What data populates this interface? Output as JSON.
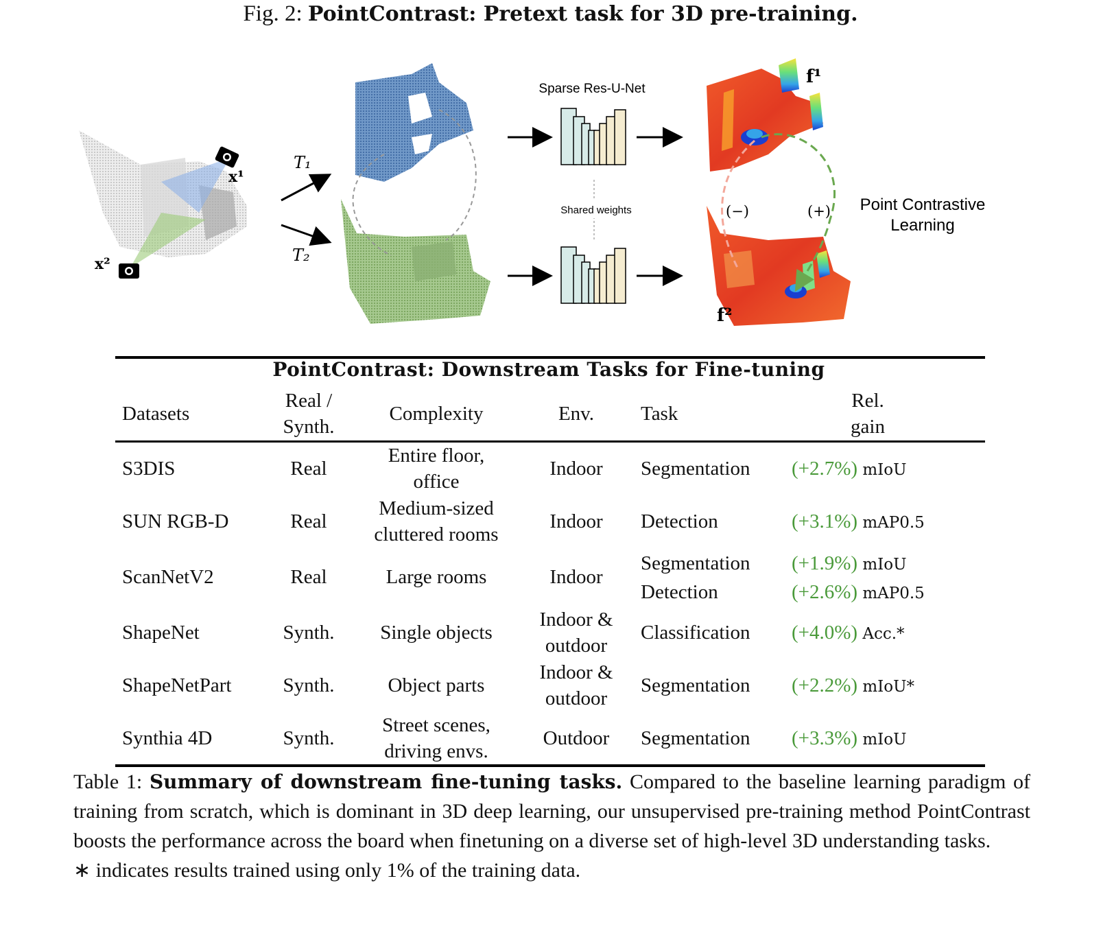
{
  "figure": {
    "caption_prefix": "Fig. 2: ",
    "caption_title": "PointContrast: Pretext task for 3D pre-training.",
    "x1_label": "x¹",
    "x2_label": "x²",
    "t1_label": "T₁",
    "t2_label": "T₂",
    "network_label": "Sparse Res-U-Net",
    "shared_label": "Shared weights",
    "f1_label": "f¹",
    "f2_label": "f²",
    "neg_label": "(−)",
    "pos_label": "(+)",
    "pcl_line1": "Point Contrastive",
    "pcl_line2": "Learning",
    "colors": {
      "blue_cloud": "#5b86bd",
      "green_cloud": "#8db574",
      "heat": "#e8452a",
      "arrow_green": "#6aa84f"
    }
  },
  "table": {
    "title": "PointContrast: Downstream Tasks for Fine-tuning",
    "headers": {
      "datasets": "Datasets",
      "real1": "Real /",
      "real2": "Synth.",
      "complexity": "Complexity",
      "env": "Env.",
      "task": "Task",
      "gain1": "Rel.",
      "gain2": "gain"
    },
    "rows": [
      {
        "dataset": "S3DIS",
        "real": "Real",
        "c1": "Entire floor,",
        "c2": "office",
        "e1": "Indoor",
        "e2": "",
        "task1": "Segmentation",
        "task2": "",
        "g1": "(+2.7%)",
        "m1": "mIoU",
        "g2": "",
        "m2": ""
      },
      {
        "dataset": "SUN RGB-D",
        "real": "Real",
        "c1": "Medium-sized",
        "c2": "cluttered rooms",
        "e1": "Indoor",
        "e2": "",
        "task1": "Detection",
        "task2": "",
        "g1": "(+3.1%)",
        "m1": "mAP0.5",
        "g2": "",
        "m2": ""
      },
      {
        "dataset": "ScanNetV2",
        "real": "Real",
        "c1": "Large rooms",
        "c2": "",
        "e1": "Indoor",
        "e2": "",
        "task1": "Segmentation",
        "task2": "Detection",
        "g1": "(+1.9%)",
        "m1": "mIoU",
        "g2": "(+2.6%)",
        "m2": "mAP0.5"
      },
      {
        "dataset": "ShapeNet",
        "real": "Synth.",
        "c1": "Single objects",
        "c2": "",
        "e1": "Indoor &",
        "e2": "outdoor",
        "task1": "Classification",
        "task2": "",
        "g1": "(+4.0%)",
        "m1": "Acc.*",
        "g2": "",
        "m2": ""
      },
      {
        "dataset": "ShapeNetPart",
        "real": "Synth.",
        "c1": "Object parts",
        "c2": "",
        "e1": "Indoor &",
        "e2": "outdoor",
        "task1": "Segmentation",
        "task2": "",
        "g1": "(+2.2%)",
        "m1": "mIoU*",
        "g2": "",
        "m2": ""
      },
      {
        "dataset": "Synthia 4D",
        "real": "Synth.",
        "c1": "Street scenes,",
        "c2": "driving envs.",
        "e1": "Outdoor",
        "e2": "",
        "task1": "Segmentation",
        "task2": "",
        "g1": "(+3.3%)",
        "m1": "mIoU",
        "g2": "",
        "m2": ""
      }
    ]
  },
  "caption": {
    "prefix": "Table 1: ",
    "title": "Summary of downstream fine-tuning tasks.",
    "body": " Compared to the baseline learning paradigm of training from scratch, which is dominant in 3D deep learning, our unsupervised pre-training method PointContrast boosts the performance across the board when finetuning on a diverse set of high-level 3D understanding tasks.",
    "footnote": "∗ indicates results trained using only 1% of the training data."
  }
}
